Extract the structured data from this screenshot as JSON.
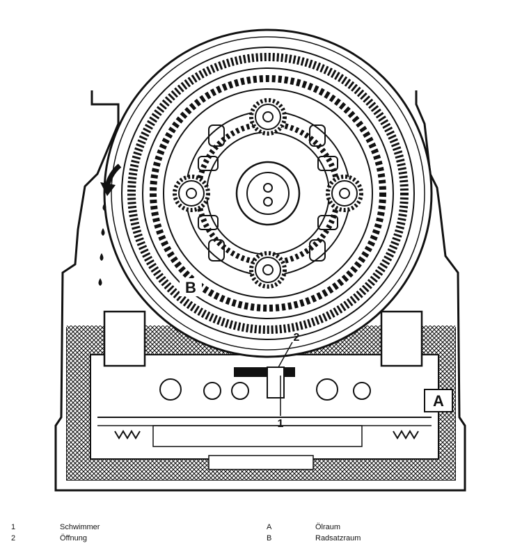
{
  "figure": {
    "labels": {
      "b": "B",
      "a": "A",
      "two": "2",
      "one": "1"
    }
  },
  "legend": {
    "left": [
      {
        "key": "1",
        "text": "Schwimmer"
      },
      {
        "key": "2",
        "text": "Öffnung"
      }
    ],
    "right": [
      {
        "key": "A",
        "text": "Ölraum"
      },
      {
        "key": "B",
        "text": "Radsatzraum"
      }
    ]
  }
}
